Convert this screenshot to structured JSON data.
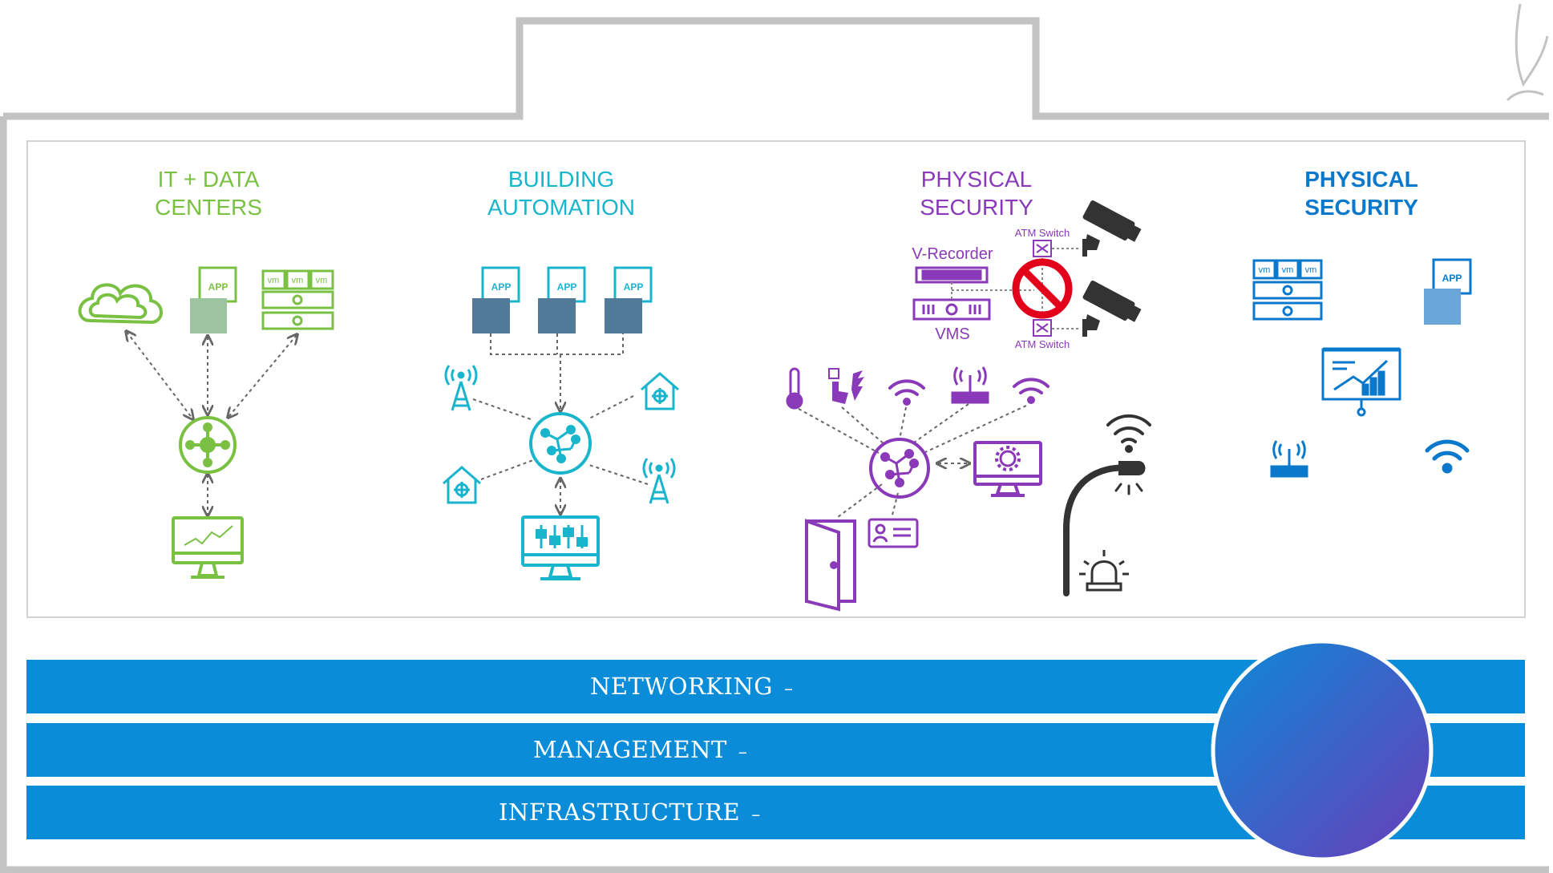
{
  "columns": [
    {
      "key": "it",
      "line1": "IT + DATA",
      "line2": "CENTERS",
      "color": "#7ac143"
    },
    {
      "key": "ba",
      "line1": "BUILDING",
      "line2": "AUTOMATION",
      "color": "#19b5cc"
    },
    {
      "key": "ps",
      "line1": "PHYSICAL",
      "line2": "SECURITY",
      "color": "#8a3ab9"
    },
    {
      "key": "ps2",
      "line1": "PHYSICAL",
      "line2": "SECURITY",
      "color": "#0a79cc"
    }
  ],
  "app_label": "APP",
  "vm_label": "vm",
  "security": {
    "recorder_label": "V-Recorder",
    "vms_label": "VMS",
    "atm_top": "ATM Switch",
    "atm_bottom": "ATM Switch"
  },
  "layers": [
    {
      "label": "NETWORKING",
      "dash": "–"
    },
    {
      "label": "MANAGEMENT",
      "dash": "–"
    },
    {
      "label": "INFRASTRUCTURE",
      "dash": "–"
    }
  ],
  "colors": {
    "outline": "#c3c3c3",
    "bar": "#0a8cd8",
    "circle_from": "#0b8ad6",
    "circle_to": "#6a3dba",
    "app_box": "#507a98",
    "app_box_blue": "#6aa6d8",
    "prohibited": "#e3001b"
  },
  "icons": [
    "cloud-icon",
    "app-icon",
    "server-rack-icon",
    "hub-icon",
    "monitor-chart-icon",
    "antenna-icon",
    "smart-home-icon",
    "control-panel-icon",
    "thermometer-icon",
    "fire-alarm-icon",
    "wifi-icon",
    "router-icon",
    "door-icon",
    "badge-icon",
    "cctv-camera-icon",
    "street-light-icon",
    "siren-icon",
    "no-sign-icon",
    "dashboard-icon"
  ]
}
